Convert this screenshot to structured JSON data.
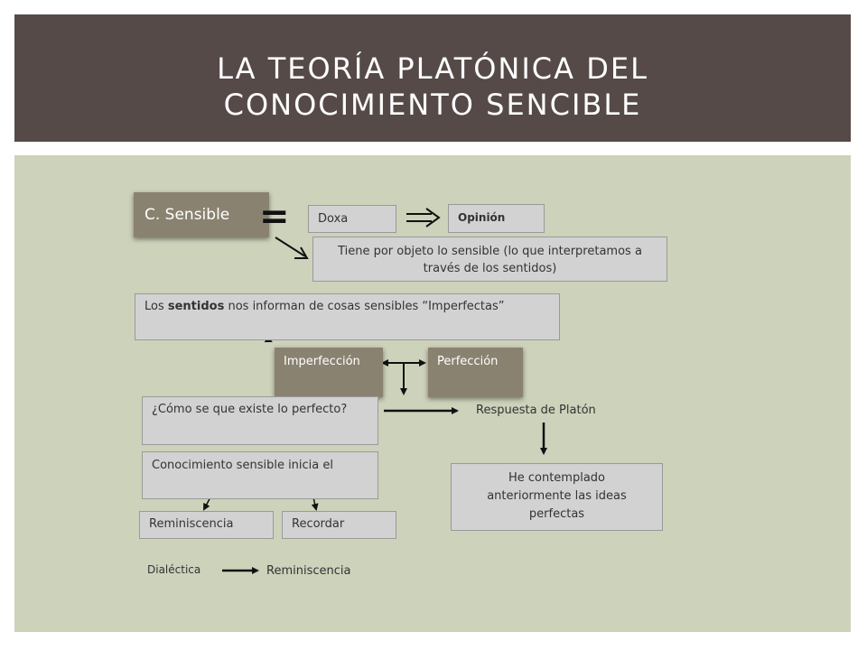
{
  "slide": {
    "title": "LA TEORÍA PLATÓNICA DEL\nCONOCIMIENTO SENCIBLE"
  },
  "diagram": {
    "sensible_label": "C. Sensible",
    "equals_symbol": "=",
    "doxa_label": "Doxa",
    "opinion_label": "Opinión",
    "objeto_text": "Tiene por objeto lo sensible (lo que interpretamos a través de los sentidos)",
    "sentidos_prefix": "Los ",
    "sentidos_bold": "sentidos",
    "sentidos_suffix": " nos informan de cosas sensibles “Imperfectas”",
    "imperfeccion_label": "Imperfección",
    "perfeccion_label": "Perfección",
    "pregunta_text": "¿Cómo se que existe lo perfecto?",
    "respuesta_label": "Respuesta de Platón",
    "contemplado_text": "He contemplado anteriormente las ideas perfectas",
    "inicia_text": "Conocimiento sensible inicia el",
    "reminiscencia_label": "Reminiscencia",
    "recordar_label": "Recordar",
    "dialectica_label": "Dialéctica",
    "reminiscencia2_label": "Reminiscencia"
  }
}
